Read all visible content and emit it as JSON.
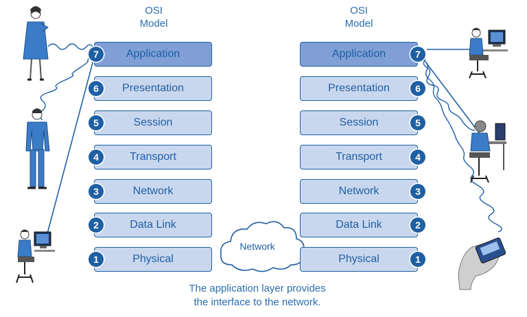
{
  "left_model": {
    "title_line1": "OSI",
    "title_line2": "Model",
    "layers": [
      {
        "number": "7",
        "name": "Application"
      },
      {
        "number": "6",
        "name": "Presentation"
      },
      {
        "number": "5",
        "name": "Session"
      },
      {
        "number": "4",
        "name": "Transport"
      },
      {
        "number": "3",
        "name": "Network"
      },
      {
        "number": "2",
        "name": "Data Link"
      },
      {
        "number": "1",
        "name": "Physical"
      }
    ]
  },
  "right_model": {
    "title_line1": "OSI",
    "title_line2": "Model",
    "layers": [
      {
        "number": "7",
        "name": "Application"
      },
      {
        "number": "6",
        "name": "Presentation"
      },
      {
        "number": "5",
        "name": "Session"
      },
      {
        "number": "4",
        "name": "Transport"
      },
      {
        "number": "3",
        "name": "Network"
      },
      {
        "number": "2",
        "name": "Data Link"
      },
      {
        "number": "1",
        "name": "Physical"
      }
    ]
  },
  "network_cloud": {
    "label": "Network"
  },
  "caption": {
    "line1": "The application layer provides",
    "line2": "the interface to the network."
  },
  "colors": {
    "accent": "#1f5fa3",
    "layer_fill": "#c9d7ee",
    "application_fill": "#7f9fd6",
    "figure_fill": "#3b7cc9"
  }
}
